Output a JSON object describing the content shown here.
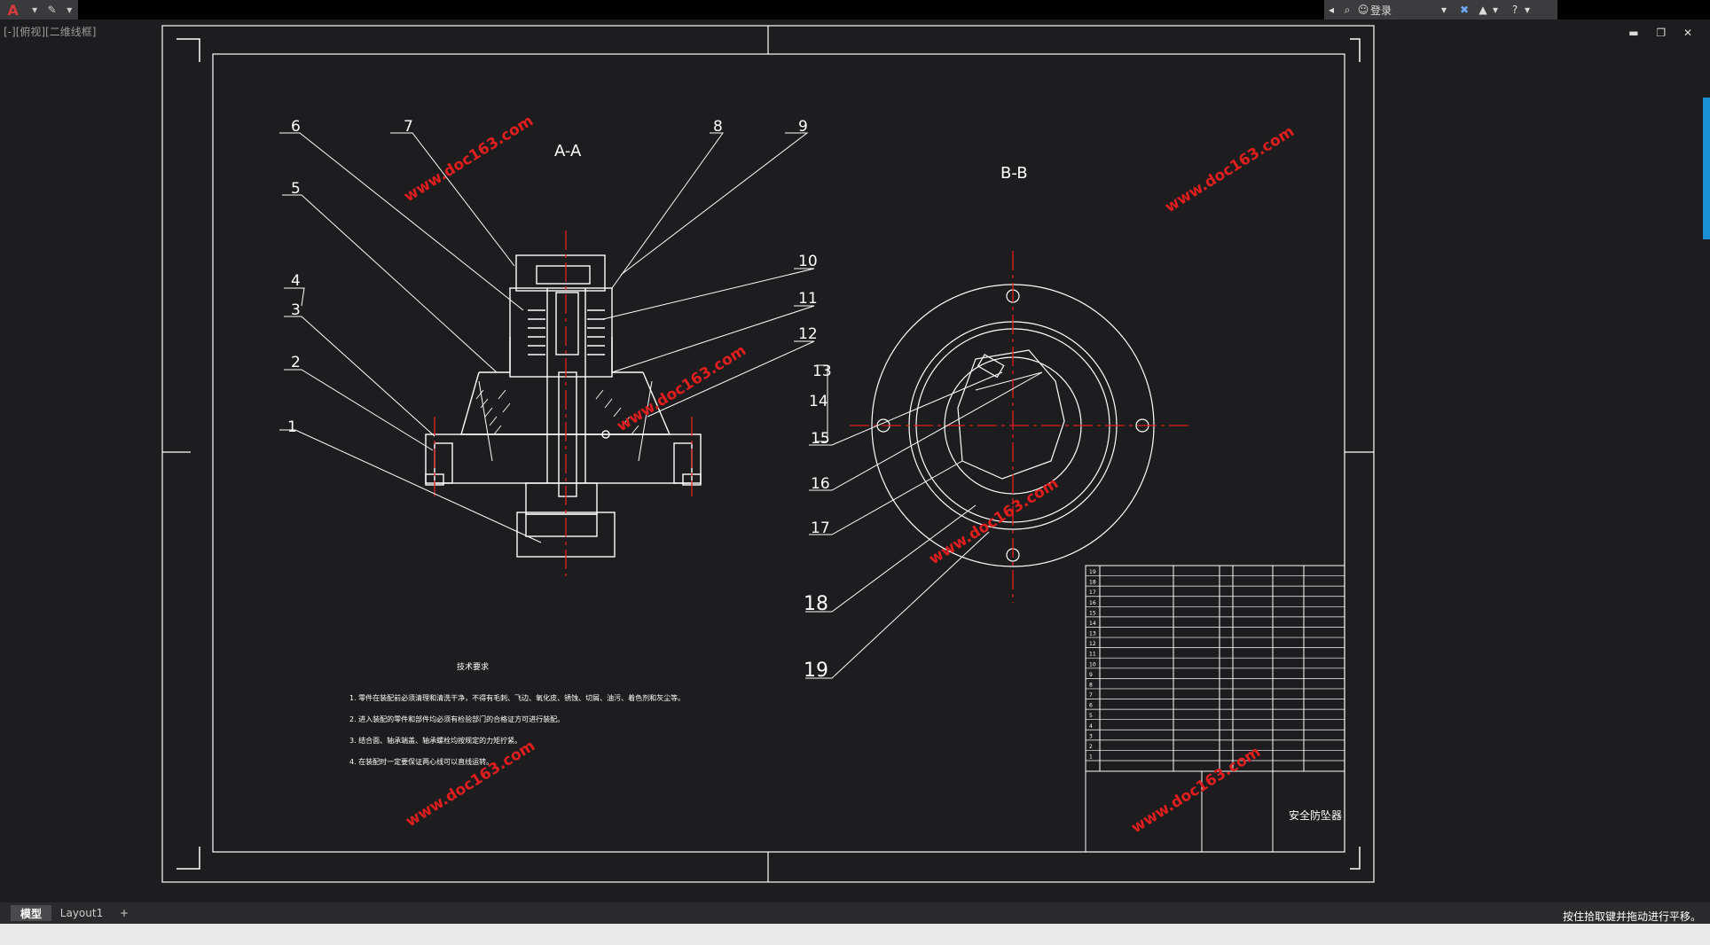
{
  "qa_toolbar": {
    "logo_text": "A"
  },
  "search": {
    "login_label": "登录"
  },
  "view_label": "[-][俯视][二维线框]",
  "drawing": {
    "section_aa": "A-A",
    "section_bb": "B-B",
    "balloons_left": [
      "1",
      "2",
      "3",
      "4",
      "5",
      "6",
      "7",
      "8",
      "9",
      "10",
      "11",
      "12"
    ],
    "balloons_right": [
      "13",
      "14",
      "15",
      "16",
      "17",
      "18",
      "19"
    ],
    "watermark": "www.doc163.com",
    "tech_title": "技术要求",
    "tech_notes": [
      "1. 零件在装配前必须清理和清洗干净，不得有毛刺、飞边、氧化皮、锈蚀、切屑、油污、着色剂和灰尘等。",
      "2. 进入装配的零件和部件均必须有检验部门的合格证方可进行装配。",
      "3. 结合面、轴承端盖、轴承螺栓均按规定的力矩拧紧。",
      "4. 在装配时一定要保证两心线可以直线运转。"
    ],
    "title_block_name": "安全防坠器",
    "bom_rows": [
      "19",
      "18",
      "17",
      "16",
      "15",
      "14",
      "13",
      "12",
      "11",
      "10",
      "9",
      "8",
      "7",
      "6",
      "5",
      "4",
      "3",
      "2",
      "1"
    ]
  },
  "tabs": {
    "model": "模型",
    "layout1": "Layout1",
    "add": "+"
  },
  "status_message": "按住拾取键并拖动进行平移。",
  "colors": {
    "background": "#1d1d1f",
    "line": "#ffffff",
    "centerline": "#e01e1e",
    "accent": "#1a8fd6"
  }
}
